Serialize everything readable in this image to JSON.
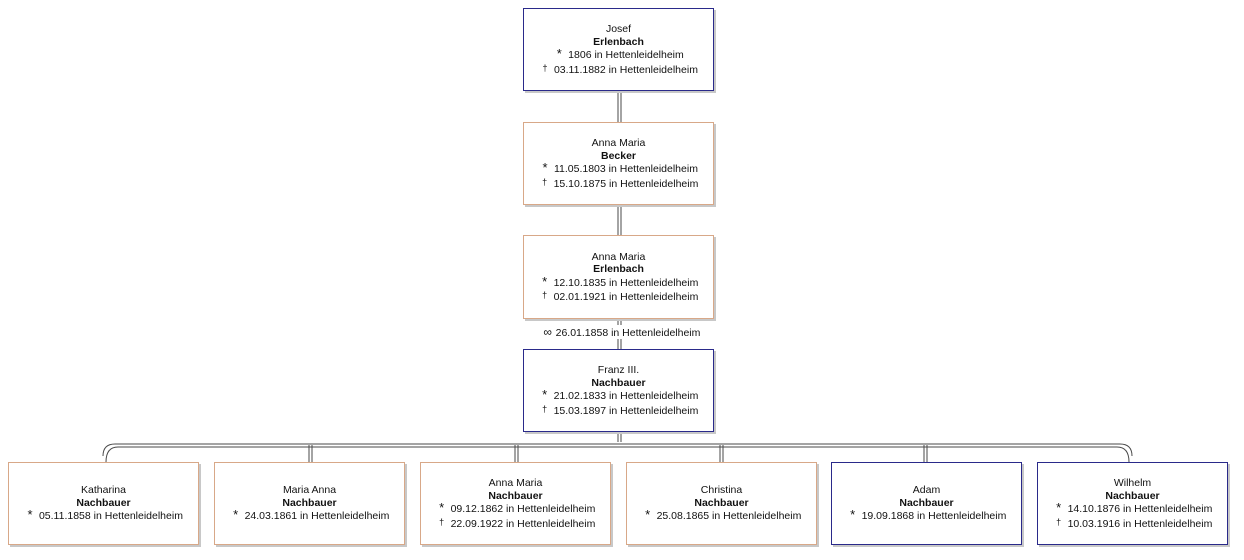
{
  "colors": {
    "male_border": "#2a2a8a",
    "female_border": "#d8a888",
    "line": "#4a4a4a"
  },
  "icons": {
    "birth": "birth-asterisk-icon",
    "death": "death-cross-icon",
    "marriage": "marriage-rings-icon"
  },
  "persons": {
    "josef": {
      "given": "Josef",
      "surname": "Erlenbach",
      "birth": "1806 in Hettenleidelheim",
      "death": "03.11.1882 in Hettenleidelheim"
    },
    "anna_maria_becker": {
      "given": "Anna Maria",
      "surname": "Becker",
      "birth": "11.05.1803 in Hettenleidelheim",
      "death": "15.10.1875 in Hettenleidelheim"
    },
    "anna_maria_erlenbach": {
      "given": "Anna Maria",
      "surname": "Erlenbach",
      "birth": "12.10.1835 in Hettenleidelheim",
      "death": "02.01.1921 in Hettenleidelheim"
    },
    "franz": {
      "given": "Franz III.",
      "surname": "Nachbauer",
      "birth": "21.02.1833 in Hettenleidelheim",
      "death": "15.03.1897 in Hettenleidelheim"
    }
  },
  "marriage": {
    "text": "26.01.1858 in Hettenleidelheim"
  },
  "children": [
    {
      "given": "Katharina",
      "surname": "Nachbauer",
      "birth": "05.11.1858 in Hettenleidelheim",
      "death": ""
    },
    {
      "given": "Maria Anna",
      "surname": "Nachbauer",
      "birth": "24.03.1861 in Hettenleidelheim",
      "death": ""
    },
    {
      "given": "Anna Maria",
      "surname": "Nachbauer",
      "birth": "09.12.1862 in Hettenleidelheim",
      "death": "22.09.1922 in Hettenleidelheim"
    },
    {
      "given": "Christina",
      "surname": "Nachbauer",
      "birth": "25.08.1865 in Hettenleidelheim",
      "death": ""
    },
    {
      "given": "Adam",
      "surname": "Nachbauer",
      "birth": "19.09.1868 in Hettenleidelheim",
      "death": ""
    },
    {
      "given": "Wilhelm",
      "surname": "Nachbauer",
      "birth": "14.10.1876 in Hettenleidelheim",
      "death": "10.03.1916 in Hettenleidelheim"
    }
  ]
}
